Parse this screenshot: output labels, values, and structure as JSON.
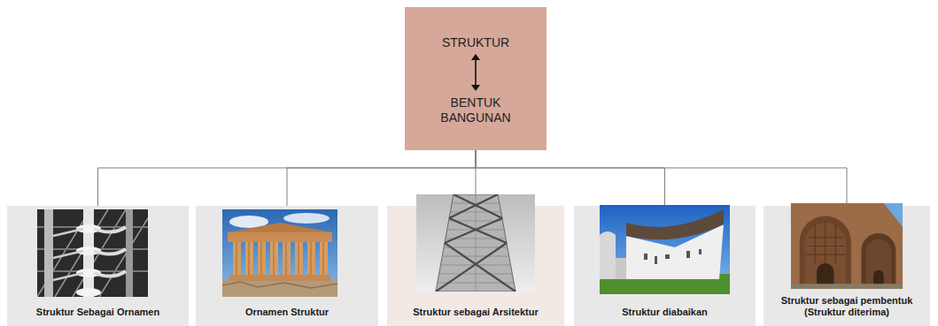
{
  "diagram": {
    "nodes": [
      {
        "text": [
          "STRUKTUR",
          "BENTUK BANGUNAN"
        ]
      },
      {
        "text": [
          "Struktur Sebagai Ornamen"
        ]
      },
      {
        "text": [
          "Ornamen Struktur"
        ]
      },
      {
        "text": [
          "Struktur sebagai Arsitektur"
        ]
      },
      {
        "text": [
          "Struktur diabaikan"
        ]
      },
      {
        "text": [
          "Struktur sebagai pembentuk (Struktur diterima)"
        ]
      }
    ],
    "edges": [
      {
        "from": 0,
        "to": 1,
        "arrow": "none"
      },
      {
        "from": 0,
        "to": 2,
        "arrow": "none"
      },
      {
        "from": 0,
        "to": 3,
        "arrow": "none"
      },
      {
        "from": 0,
        "to": 4,
        "arrow": "none"
      },
      {
        "from": 0,
        "to": 5,
        "arrow": "none"
      }
    ]
  }
}
